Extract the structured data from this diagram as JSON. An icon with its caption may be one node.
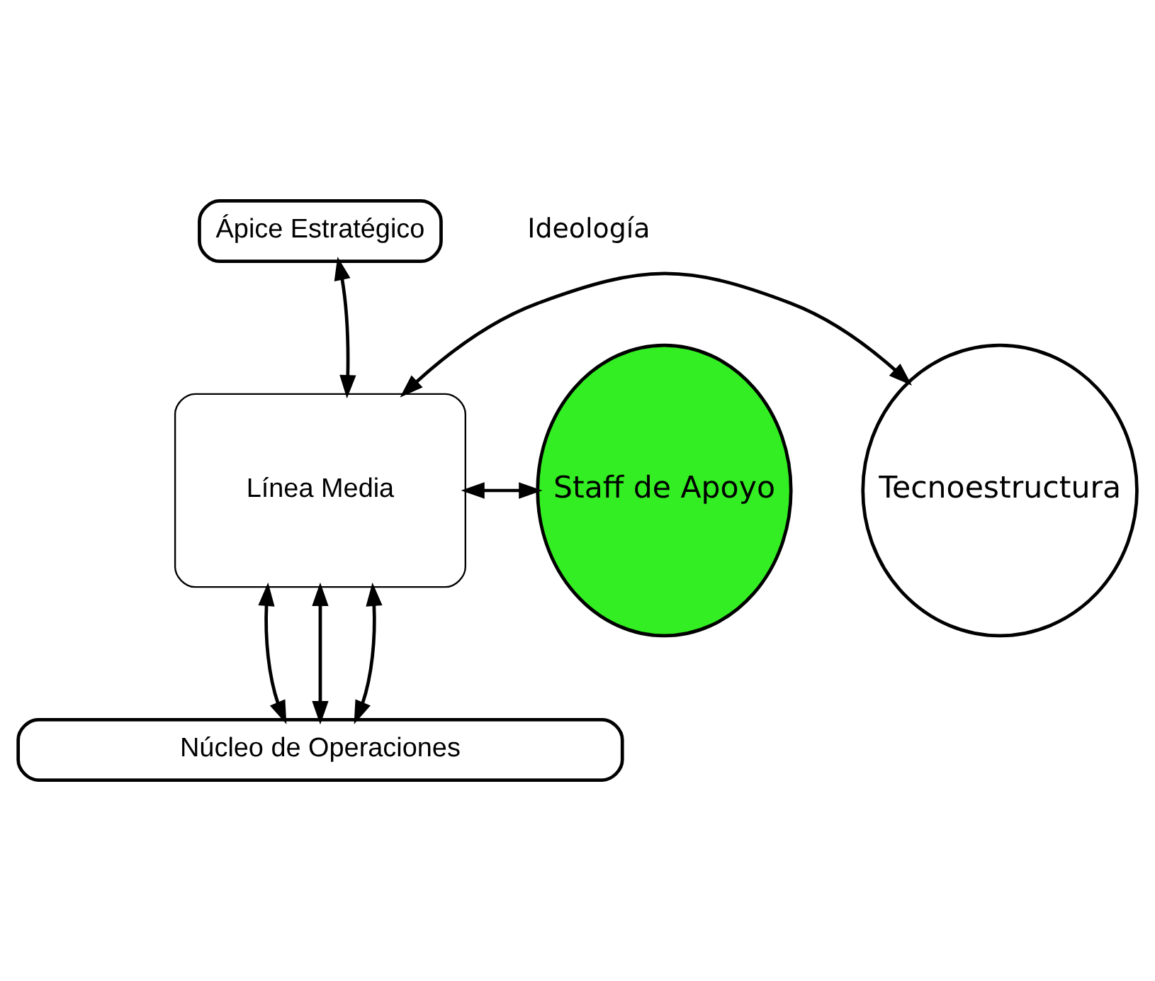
{
  "diagram": {
    "nodes": [
      {
        "text": [
          "Ápice Estratégico"
        ]
      },
      {
        "text": [
          "Tecnoestructura"
        ]
      },
      {
        "text": [
          "Línea Media"
        ]
      },
      {
        "text": [
          "Staff de Apoyo"
        ]
      },
      {
        "text": [
          "Núcleo de Operaciones"
        ]
      }
    ],
    "edges": [
      {
        "from": 0,
        "to": 2,
        "arrow": "both"
      },
      {
        "from": 1,
        "to": 2,
        "arrow": "both"
      },
      {
        "from": 2,
        "to": 3,
        "arrow": "both"
      },
      {
        "from": 2,
        "to": 4,
        "arrow": "both"
      },
      {
        "from": 2,
        "to": 4,
        "arrow": "both"
      },
      {
        "from": 2,
        "to": 4,
        "arrow": "both"
      }
    ],
    "labels": [
      "Ideología"
    ]
  }
}
